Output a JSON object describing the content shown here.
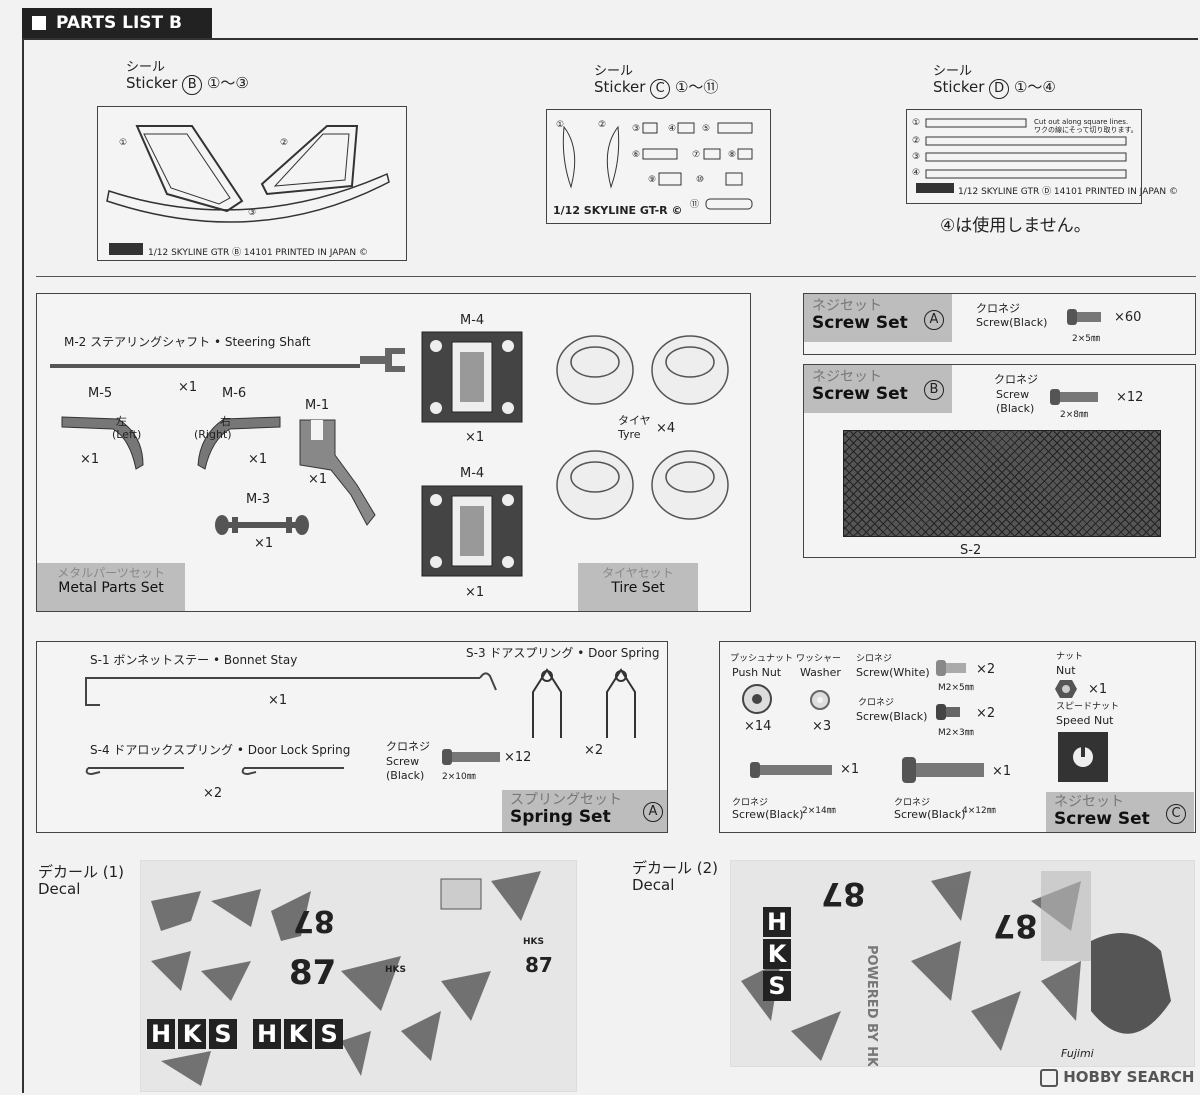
{
  "header": {
    "title": "PARTS LIST B"
  },
  "stickers": [
    {
      "jp": "シール",
      "en": "Sticker",
      "letter": "B",
      "range": "①〜③",
      "footer": "1/12 SKYLINE GTR Ⓑ 14101 PRINTED IN JAPAN ©",
      "nums": [
        "①",
        "②",
        "③"
      ]
    },
    {
      "jp": "シール",
      "en": "Sticker",
      "letter": "C",
      "range": "①〜⑪",
      "footer": "1/12 SKYLINE GT-R ©",
      "nums": [
        "①",
        "②",
        "③",
        "④",
        "⑤",
        "⑥",
        "⑦",
        "⑧",
        "⑨",
        "⑩",
        "⑪"
      ]
    },
    {
      "jp": "シール",
      "en": "Sticker",
      "letter": "D",
      "range": "①〜④",
      "footer": "1/12 SKYLINE GTR Ⓓ 14101 PRINTED IN JAPAN ©",
      "note_en": "Cut out along square lines.",
      "note_jp": "ワクの線にそって切り取ります。",
      "nums": [
        "①",
        "②",
        "③",
        "④"
      ],
      "caption": "④は使用しません。"
    }
  ],
  "metal_set": {
    "tab_jp": "メタルパーツセット",
    "tab_en": "Metal Parts Set",
    "m2": "M-2 ステアリングシャフト • Steering Shaft",
    "m2_qty": "×1",
    "m5": "M-5",
    "m5_jp": "左",
    "m5_en": "(Left)",
    "m5_qty": "×1",
    "m6": "M-6",
    "m6_jp": "右",
    "m6_en": "(Right)",
    "m6_qty": "×1",
    "m1": "M-1",
    "m1_qty": "×1",
    "m3": "M-3",
    "m3_qty": "×1",
    "m4a": "M-4",
    "m4a_qty": "×1",
    "m4b": "M-4",
    "m4b_qty": "×1"
  },
  "tire_set": {
    "tab_jp": "タイヤセット",
    "tab_en": "Tire Set",
    "jp": "タイヤ",
    "en": "Tyre",
    "qty": "×4"
  },
  "screw_a": {
    "tab_jp": "ネジセット",
    "tab_en": "Screw Set",
    "letter": "A",
    "jp": "クロネジ",
    "en": "Screw(Black)",
    "size": "2×5㎜",
    "qty": "×60"
  },
  "screw_b": {
    "tab_jp": "ネジセット",
    "tab_en": "Screw Set",
    "letter": "B",
    "jp": "クロネジ",
    "en1": "Screw",
    "en2": "(Black)",
    "size": "2×8㎜",
    "qty": "×12",
    "mesh_label": "S-2"
  },
  "spring_set": {
    "tab_jp": "スプリングセット",
    "tab_en": "Spring Set",
    "letter": "A",
    "s1": "S-1 ボンネットステー • Bonnet Stay",
    "s1_qty": "×1",
    "s3": "S-3 ドアスプリング • Door Spring",
    "s3_qty": "×2",
    "s4": "S-4 ドアロックスプリング • Door Lock Spring",
    "s4_qty": "×2",
    "screw_jp": "クロネジ",
    "screw_en1": "Screw",
    "screw_en2": "(Black)",
    "screw_size": "2×10㎜",
    "screw_qty": "×12"
  },
  "screw_c": {
    "tab_jp": "ネジセット",
    "tab_en": "Screw Set",
    "letter": "C",
    "push_jp": "プッシュナット",
    "push_en": "Push Nut",
    "push_qty": "×14",
    "washer_jp": "ワッシャー",
    "washer_en": "Washer",
    "washer_qty": "×3",
    "white_jp": "シロネジ",
    "white_en": "Screw(White)",
    "white_size": "M2×5㎜",
    "white_qty": "×2",
    "black_jp": "クロネジ",
    "black_en": "Screw(Black)",
    "black_size": "M2×3㎜",
    "black_qty": "×2",
    "nut_jp": "ナット",
    "nut_en": "Nut",
    "nut_qty": "×1",
    "speed_jp": "スピードナット",
    "speed_en": "Speed Nut",
    "s14_qty": "×1",
    "s14_jp": "クロネジ",
    "s14_en": "Screw(Black)",
    "s14_size": "2×14㎜",
    "s12_qty": "×1",
    "s12_jp": "クロネジ",
    "s12_en": "Screw(Black)",
    "s12_size": "4×12㎜"
  },
  "decals": [
    {
      "jp": "デカール (1)",
      "en": "Decal",
      "num_a": "87",
      "num_b": "87",
      "num_c": "87",
      "brand": "HKS"
    },
    {
      "jp": "デカール (2)",
      "en": "Decal",
      "num_a": "87",
      "num_b": "87",
      "powered": "POWERED BY HKS",
      "brand_logo": "Fujimi",
      "brand": "HKS"
    }
  ],
  "watermark": "HOBBY SEARCH"
}
